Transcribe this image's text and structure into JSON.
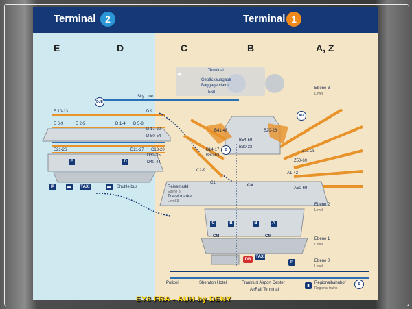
{
  "header": {
    "terminal2_label": "Terminal",
    "terminal2_num": "2",
    "terminal1_label": "Terminal",
    "terminal1_num": "1"
  },
  "columns": [
    "E",
    "D",
    "C",
    "B",
    "A, Z"
  ],
  "gates": {
    "e10_13": "E 10-13",
    "e6_9": "E 6-9",
    "e2_5": "E 2-5",
    "d1_4": "D 1-4",
    "d5_8": "D 5-8",
    "d9": "D 9",
    "d17_20": "D 17-20",
    "d50_54": "D 50-54",
    "e21_26": "E21-26",
    "d21_27": "D21-27",
    "c13_20": "C13-20",
    "d32_35": "D32-35",
    "d40_44": "D40-44",
    "b41_48": "B41-48",
    "b54_59": "B54-59",
    "b20_28": "B20-28",
    "b30_33": "B30-33",
    "b14_17": "B14-17",
    "b60_63": "B60-63",
    "z11_25": "Z11-25",
    "z50_69": "Z50-69",
    "a1_42": "A1-42",
    "a50_69": "A50-69",
    "c1": "C1",
    "c2_9": "C2-9"
  },
  "labels": {
    "skyline": "Sky Line",
    "shuttle_bus": "Shuttle bus",
    "taxi": "TAXI",
    "dje": "DJE",
    "az": "A/Z",
    "reisemarkt": "Reisemarkt",
    "ebene3_sub": "Ebene 3",
    "travel_market": "Travel market",
    "level3_sub": "Level 3",
    "cm": "CM",
    "db": "DB",
    "polizei": "Polizei",
    "sheraton": "Sheraton Hotel",
    "airport_center": "Frankfurt Airport Center",
    "airrail": "AirRail Terminal",
    "regional_de": "Regionalbahnhof",
    "regional_en": "Regional trains",
    "sign_terminal": "Terminal",
    "sign_baggage_de": "Gepäckausgabe",
    "sign_baggage_en": "Baggage claim",
    "sign_exit": "Exit"
  },
  "levels": [
    {
      "de": "Ebene 3",
      "en": "Level"
    },
    {
      "de": "Ebene 2",
      "en": "Level"
    },
    {
      "de": "Ebene 1",
      "en": "Level"
    },
    {
      "de": "Ebene 0",
      "en": "Level"
    }
  ],
  "caption": "EY8 FRA - AUH by DENY",
  "colors": {
    "header": "#153877",
    "terminal2_badge": "#2b96d6",
    "terminal1_badge": "#f08a1c",
    "zone_left": "#cfe9f1",
    "zone_right": "#f4e5c6",
    "orange_lines": "#e8922a",
    "blue_lines": "#2b6fb5"
  }
}
